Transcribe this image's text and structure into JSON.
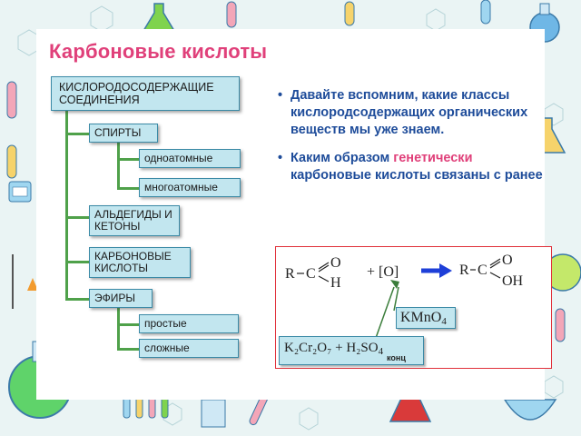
{
  "title": "Карбоновые кислоты",
  "tree": {
    "root": "КИСЛОРОДОСОДЕРЖАЩИЕ СОЕДИНЕНИЯ",
    "alcohols": "СПИРТЫ",
    "monohydric": "одноатомные",
    "polyhydric": "многоатомные",
    "aldehydes_ketones": "АЛЬДЕГИДЫ И КЕТОНЫ",
    "carboxylic_acids": "КАРБОНОВЫЕ КИСЛОТЫ",
    "ethers": "ЭФИРЫ",
    "simple": "простые",
    "complex": "сложные"
  },
  "text": {
    "p1": "Давайте вспомним, какие классы кислородсодержащих органических веществ мы уже знаем.",
    "p2_part1": "Каким образом",
    "p2_highlight": "генетически",
    "p2_part2": "карбоновые кислоты связаны с ранее"
  },
  "reaction": {
    "r1": "R",
    "c1": "C",
    "o1": "O",
    "h1": "H",
    "plus_o": "+ [O]",
    "r2": "R",
    "c2": "C",
    "o2": "O",
    "oh": "OH",
    "kmno4": "KMnO",
    "kmno4_sub": "4",
    "dichromate": "K₂Cr₂O₇ + H₂SO",
    "dichromate_sub": "4",
    "conc": "конц"
  },
  "colors": {
    "title": "#e0407a",
    "text": "#1e4c9a",
    "highlight": "#e0407a",
    "box_fill": "#c2e6ef",
    "connector": "#4fa14a",
    "reaction_border": "#e0303a"
  }
}
